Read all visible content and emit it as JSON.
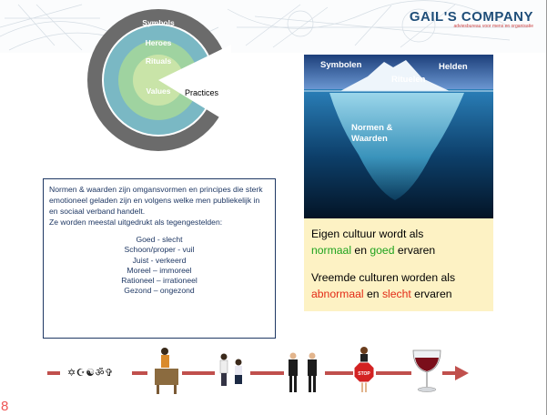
{
  "logo": {
    "name": "GAIL'S COMPANY",
    "tagline": "adviesbureau voor mens en organisatie"
  },
  "onion": {
    "layers": [
      "Symbols",
      "Heroes",
      "Rituals",
      "Values"
    ],
    "practices": "Practices"
  },
  "iceberg": {
    "symbolen": "Symbolen",
    "helden": "Helden",
    "rituelen": "Rituelen",
    "normen": "Normen &",
    "waarden": "Waarden"
  },
  "textbox": {
    "intro": "Normen & waarden zijn omgansvormen en principes die sterk emotioneel geladen zijn en volgens welke men publiekelijk in en sociaal verband handelt.",
    "line2": "Ze worden meestal uitgedrukt als tegengestelden:",
    "pairs": [
      "Goed - slecht",
      "Schoon/proper - vuil",
      "Juist - verkeerd",
      "Moreel – immoreel",
      "Rationeel – irrationeel",
      "Gezond – ongezond"
    ]
  },
  "yellow": {
    "p1_a": "Eigen cultuur wordt als",
    "p1_w1": "normaal",
    "p1_and": "en",
    "p1_w2": "goed",
    "p1_end": "ervaren",
    "p2_a": "Vreemde culturen worden als",
    "p2_w1": "abnormaal",
    "p2_and": "en",
    "p2_w2": "slecht",
    "p2_end": "ervaren"
  },
  "timeline": {
    "symbols": "✡☪☯ॐ✞",
    "stop": "STOP"
  },
  "page_number": "8",
  "colors": {
    "outer": "#6b6b6b",
    "heroes": "#7ab8c4",
    "rituals": "#9fd3a0",
    "values": "#c9e4a8",
    "arrow": "#c0504d",
    "box": "#fdf2c4"
  }
}
